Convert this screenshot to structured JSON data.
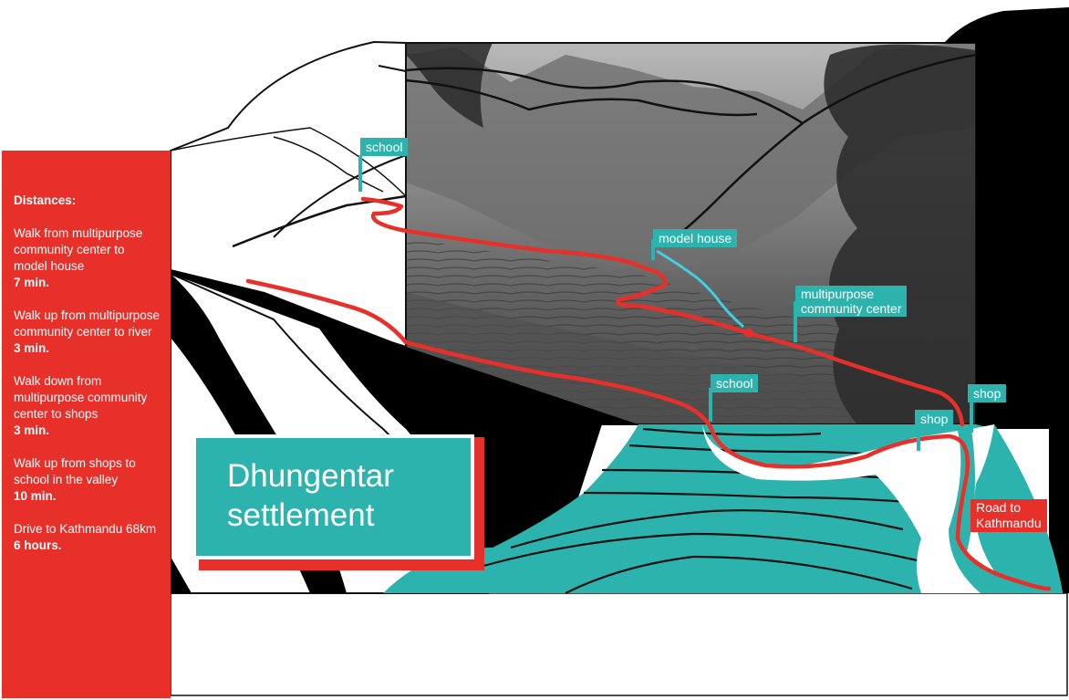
{
  "title": {
    "line1": "Dhungentar",
    "line2": "settlement"
  },
  "distances": {
    "heading": "Distances:",
    "items": [
      {
        "text": "Walk from multipurpose community center to model house",
        "time": "7 min."
      },
      {
        "text": "Walk up from multipurpose community center to river",
        "time": "3 min."
      },
      {
        "text": "Walk down from multipurpose community center to shops",
        "time": "3 min."
      },
      {
        "text": "Walk up from shops to school in the valley",
        "time": "10 min."
      },
      {
        "text": "Drive to Kathmandu 68km",
        "time": "6 hours."
      }
    ]
  },
  "labels": {
    "school_top": "school",
    "model_house": "model house",
    "community_line1": "multipurpose",
    "community_line2": "community center",
    "school_valley": "school",
    "shop_1": "shop",
    "shop_2": "shop",
    "road_line1": "Road to",
    "road_line2": "Kathmandu"
  },
  "colors": {
    "accent_red": "#e8302b",
    "accent_teal": "#2db3ad",
    "river_cyan": "#3fd0e0"
  }
}
